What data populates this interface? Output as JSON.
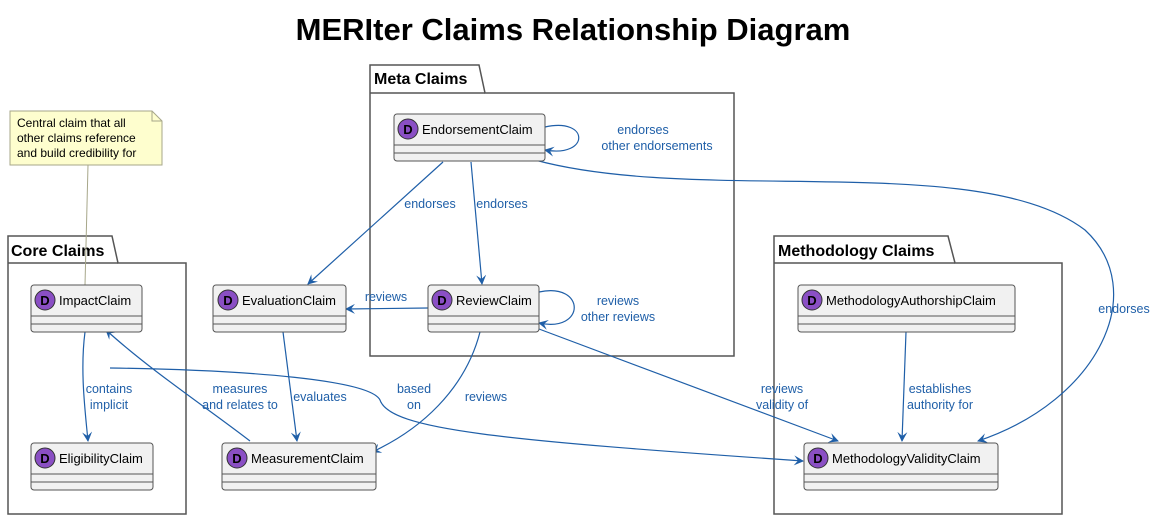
{
  "title": "MERIter Claims Relationship Diagram",
  "colors": {
    "edge": "#1f5fa8",
    "edge_label": "#1f5fa8",
    "node_fill": "#f1f1f1",
    "node_border": "#555555",
    "badge_fill": "#8a4fc4",
    "note_fill": "#fefece",
    "note_border": "#a7a78a",
    "package_border": "#555555"
  },
  "packages": [
    {
      "id": "core",
      "label": "Core Claims"
    },
    {
      "id": "meta",
      "label": "Meta Claims"
    },
    {
      "id": "methodology",
      "label": "Methodology Claims"
    }
  ],
  "nodes": [
    {
      "id": "impact",
      "badge": "D",
      "label": "ImpactClaim"
    },
    {
      "id": "eligibility",
      "badge": "D",
      "label": "EligibilityClaim"
    },
    {
      "id": "evaluation",
      "badge": "D",
      "label": "EvaluationClaim"
    },
    {
      "id": "measurement",
      "badge": "D",
      "label": "MeasurementClaim"
    },
    {
      "id": "endorsement",
      "badge": "D",
      "label": "EndorsementClaim"
    },
    {
      "id": "review",
      "badge": "D",
      "label": "ReviewClaim"
    },
    {
      "id": "methauth",
      "badge": "D",
      "label": "MethodologyAuthorshipClaim"
    },
    {
      "id": "methval",
      "badge": "D",
      "label": "MethodologyValidityClaim"
    }
  ],
  "note": {
    "lines": [
      "Central claim that all",
      "other claims reference",
      "and build credibility for"
    ]
  },
  "edges": [
    {
      "id": "endorse-self",
      "from": "endorsement",
      "to": "endorsement",
      "label": [
        "endorses",
        "other endorsements"
      ]
    },
    {
      "id": "endorse-eval",
      "from": "endorsement",
      "to": "evaluation",
      "label": [
        "endorses"
      ]
    },
    {
      "id": "endorse-review",
      "from": "endorsement",
      "to": "review",
      "label": [
        "endorses"
      ]
    },
    {
      "id": "endorse-methval",
      "from": "endorsement",
      "to": "methval",
      "label": [
        "endorses"
      ]
    },
    {
      "id": "review-self",
      "from": "review",
      "to": "review",
      "label": [
        "reviews",
        "other reviews"
      ]
    },
    {
      "id": "review-eval",
      "from": "review",
      "to": "evaluation",
      "label": [
        "reviews"
      ]
    },
    {
      "id": "review-measure",
      "from": "review",
      "to": "measurement",
      "label": [
        "reviews"
      ]
    },
    {
      "id": "review-methval",
      "from": "review",
      "to": "methval",
      "label": [
        "reviews",
        "validity of"
      ]
    },
    {
      "id": "impact-elig",
      "from": "impact",
      "to": "eligibility",
      "label": [
        "contains",
        "implicit"
      ]
    },
    {
      "id": "eval-measure",
      "from": "evaluation",
      "to": "measurement",
      "label": [
        "evaluates"
      ]
    },
    {
      "id": "measure-impact",
      "from": "measurement",
      "to": "impact",
      "label": [
        "measures",
        "and relates to"
      ]
    },
    {
      "id": "impact-methval",
      "from": "impact",
      "to": "methval",
      "label": [
        "based",
        "on"
      ]
    },
    {
      "id": "methauth-methval",
      "from": "methauth",
      "to": "methval",
      "label": [
        "establishes",
        "authority for"
      ]
    }
  ]
}
